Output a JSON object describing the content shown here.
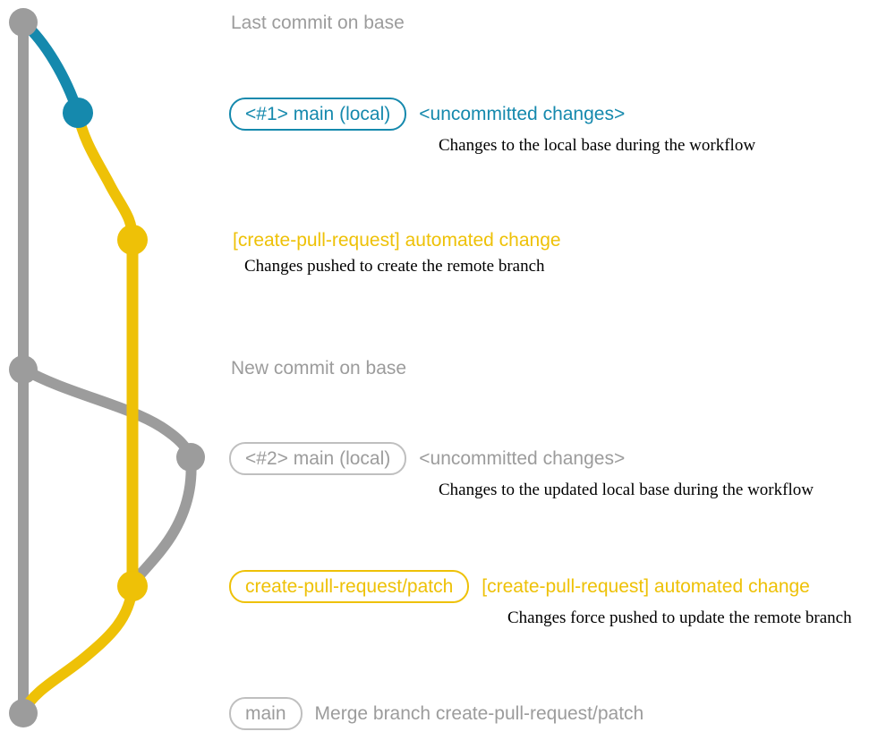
{
  "colors": {
    "base_gray": "#9c9c9c",
    "local_teal": "#1589ad",
    "patch_yellow": "#eec107",
    "caption_black": "#000000",
    "gray_badge_border": "#bfbfbf"
  },
  "graph": {
    "branches": [
      {
        "name": "base",
        "color": "gray"
      },
      {
        "name": "main (local)",
        "color": "teal"
      },
      {
        "name": "create-pull-request/patch",
        "color": "yellow"
      }
    ],
    "commit_dots": [
      {
        "name": "last-commit-on-base",
        "color": "gray"
      },
      {
        "name": "local-main-1",
        "color": "teal"
      },
      {
        "name": "automated-change-1",
        "color": "yellow"
      },
      {
        "name": "new-commit-on-base",
        "color": "gray"
      },
      {
        "name": "local-main-2",
        "color": "gray"
      },
      {
        "name": "automated-change-2",
        "color": "yellow"
      },
      {
        "name": "merge-commit",
        "color": "gray"
      }
    ]
  },
  "events": [
    {
      "label": "Last commit on base"
    },
    {
      "badge": "<#1> main (local)",
      "status": "<uncommitted changes>",
      "caption": "Changes to the local base during the workflow"
    },
    {
      "message": "[create-pull-request] automated change",
      "caption": "Changes pushed to create the remote branch"
    },
    {
      "label": "New commit on base"
    },
    {
      "badge": "<#2> main (local)",
      "status": "<uncommitted changes>",
      "caption": "Changes to the updated local base during the workflow"
    },
    {
      "badge": "create-pull-request/patch",
      "message": "[create-pull-request] automated change",
      "caption": "Changes force pushed to update the remote branch"
    },
    {
      "badge": "main",
      "message": "Merge branch create-pull-request/patch"
    }
  ]
}
